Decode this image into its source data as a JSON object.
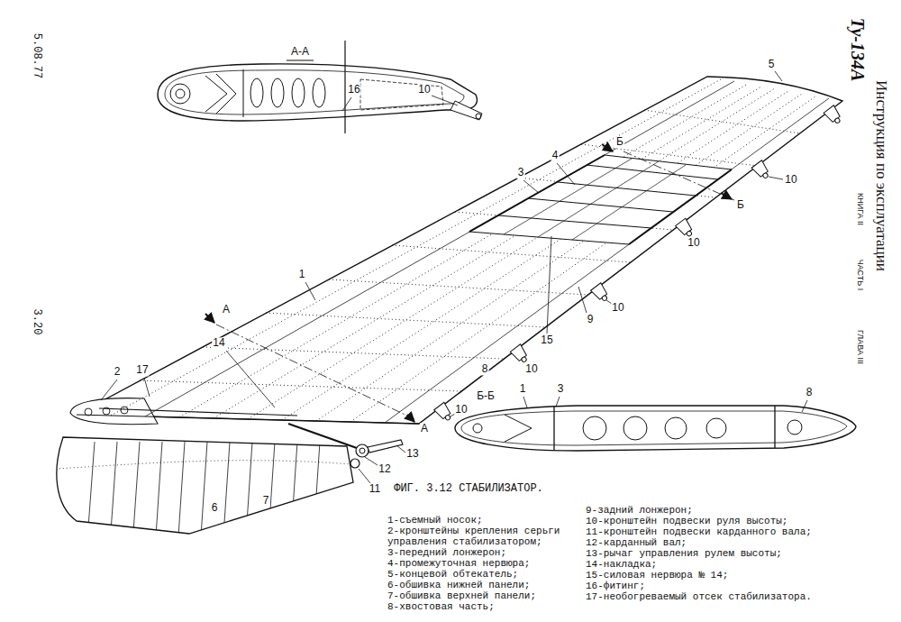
{
  "diagram": {
    "caption": "ФИГ. 3.12 СТАБИЛИЗАТОР.",
    "labels": [
      "5.08.77",
      "3.20",
      "Ту-134А",
      "Инструкция по эксплуатации",
      "КНИГА II",
      "ЧАСТЬ I",
      "ГЛАВА III",
      "А-А",
      "16",
      "10",
      "5",
      "Б",
      "4",
      "3",
      "10",
      "Б",
      "10",
      "1",
      "10",
      "А",
      "9",
      "15",
      "14",
      "8",
      "10",
      "2",
      "17",
      "1",
      "3",
      "Б-Б",
      "8",
      "10",
      "А",
      "13",
      "12",
      "11",
      "7",
      "6",
      "1-съемный носок;",
      "2-кронштейны крепления серьги управления стабилизатором;",
      "3-передний лонжерон;",
      "4-промежуточная нервюра;",
      "5-концевой обтекатель;",
      "6-обшивка нижней панели;",
      "7-обшивка верхней панели;",
      "8-хвостовая часть;",
      "9-задний лонжерон;",
      "10-кронштейн подвески руля высоты;",
      "11-кронштейн подвески карданного вала;",
      "12-карданный вал;",
      "13-рычаг управления рулем высоты;",
      "14-накладка;",
      "15-силовая нервюра № 14;",
      "16-фитинг;",
      "17-необогреваемый отсек стабилизатора."
    ]
  }
}
